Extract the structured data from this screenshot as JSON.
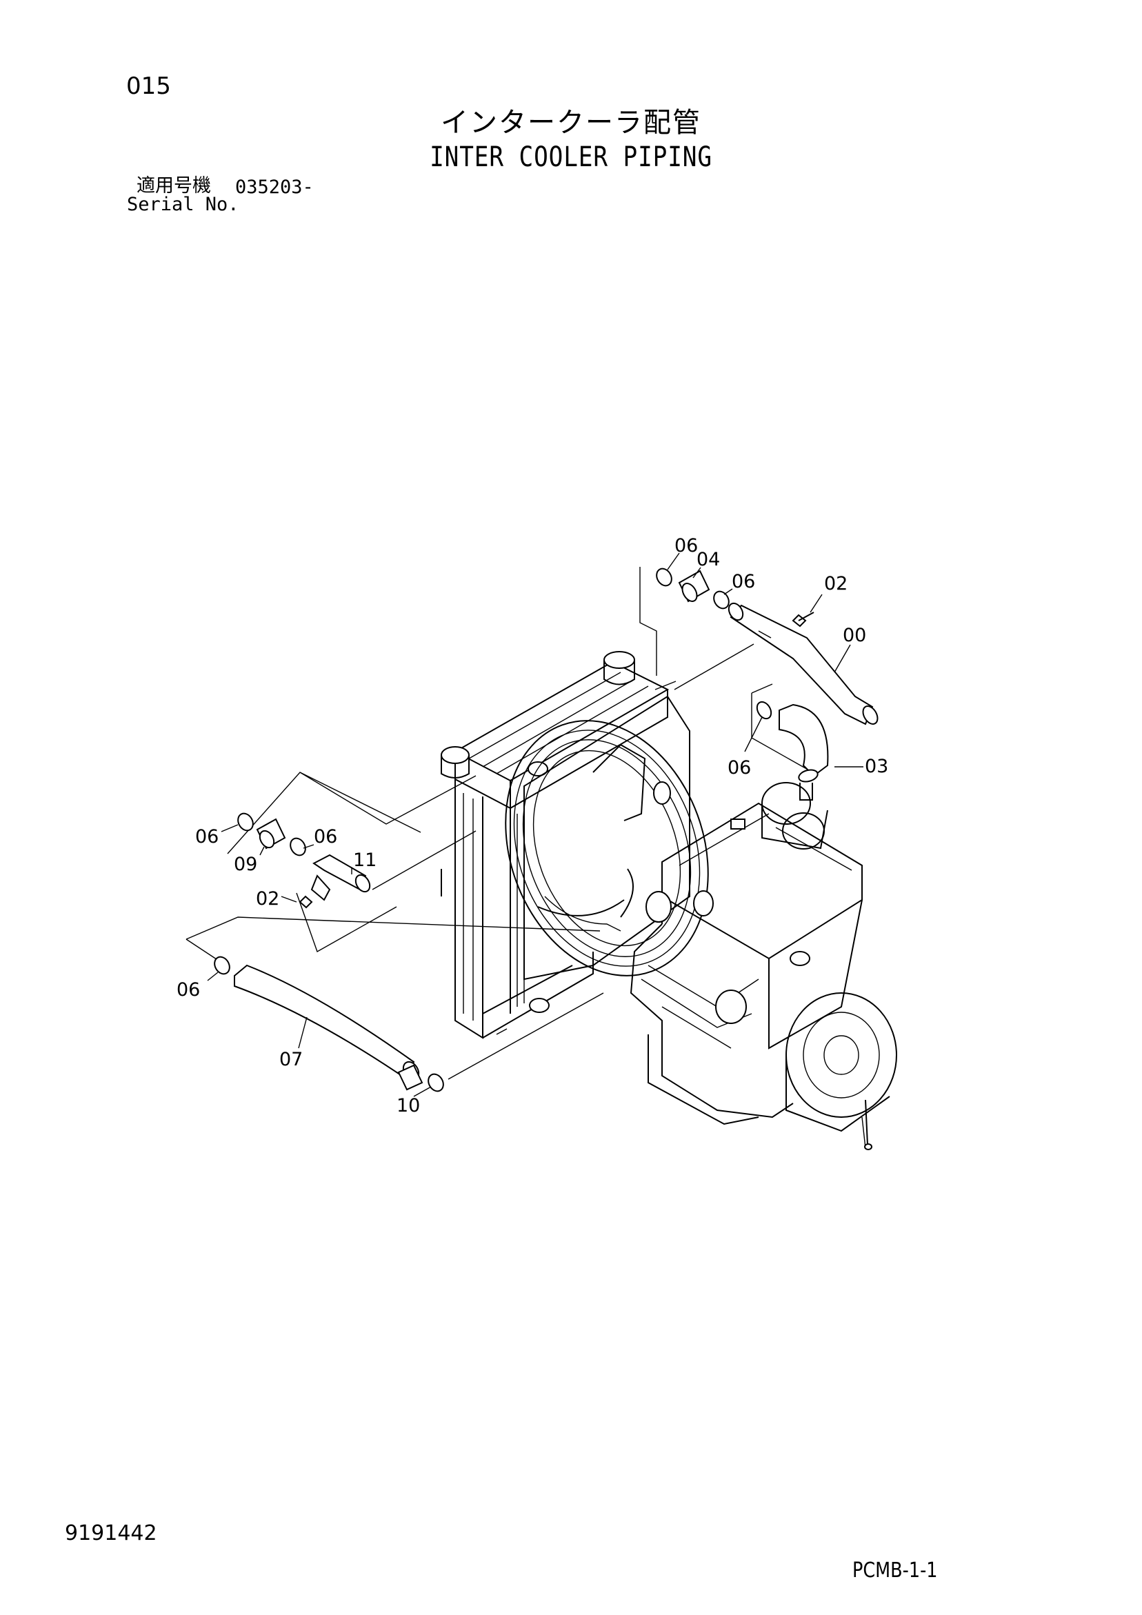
{
  "header": {
    "page_number": "015",
    "title_ja": "インタークーラ配管",
    "title_en": "INTER COOLER PIPING",
    "serial_label_ja": "適用号機",
    "serial_value": "035203-",
    "serial_label_en": "Serial No."
  },
  "diagram": {
    "callouts": {
      "c06a": "06",
      "c04": "04",
      "c06b": "06",
      "c02a": "02",
      "c00": "00",
      "c06c": "06",
      "c03": "03",
      "c06d": "06",
      "c06e": "06",
      "c09": "09",
      "c11": "11",
      "c02b": "02",
      "c06f": "06",
      "c07": "07",
      "c10": "10"
    }
  },
  "footer": {
    "doc_number": "9191442",
    "sheet_code": "PCMB-1-1"
  }
}
